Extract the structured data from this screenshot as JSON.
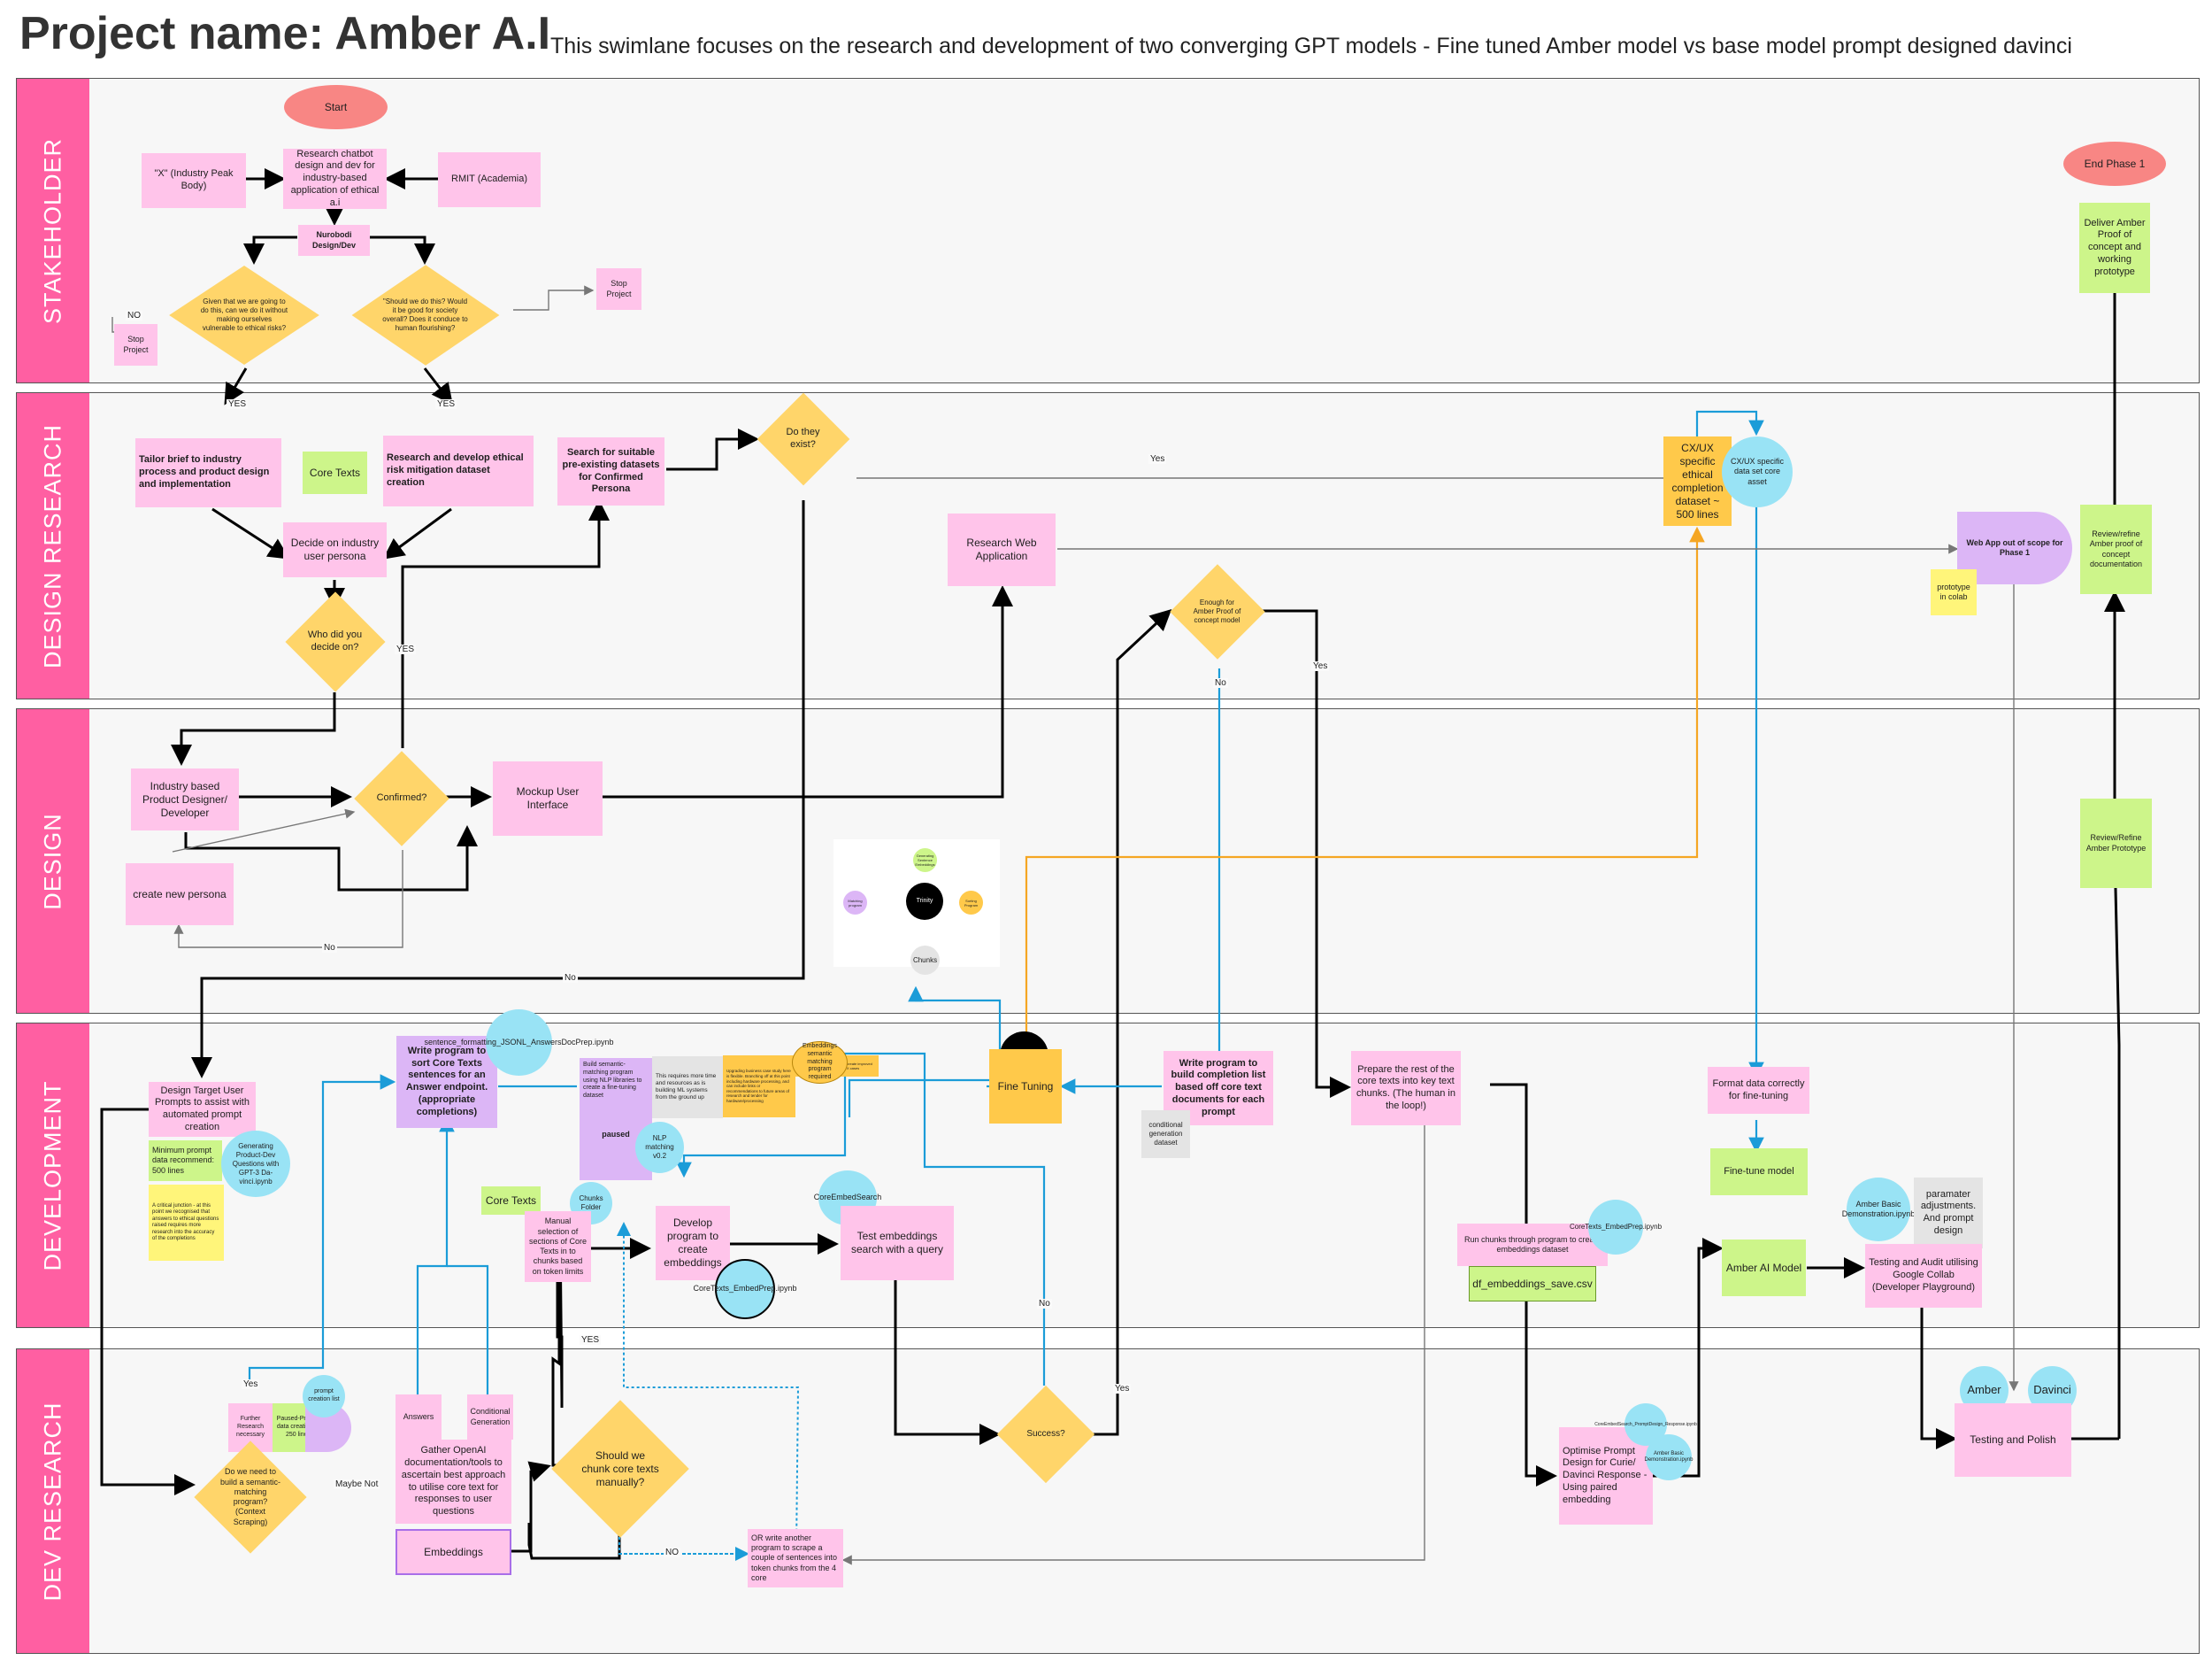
{
  "page": {
    "title": "Project name: Amber A.I",
    "subtitle": "This swimlane focuses on the research and development of two converging GPT models - Fine tuned Amber model vs base model prompt designed davinci"
  },
  "lanes": [
    "STAKEHOLDER",
    "DESIGN RESEARCH",
    "DESIGN",
    "DEVELOPMENT",
    "DEV RESEARCH"
  ],
  "colors": {
    "lane_header": "#ff5fa2",
    "sticky_pink": "#ffc4ea",
    "sticky_green": "#cdf58a",
    "sticky_orange": "#ffc94a",
    "decision": "#ffd56a",
    "circle_cyan": "#99e3f5",
    "connector_blue": "#1b9cd8",
    "connector_orange": "#f5a623"
  },
  "nodes": {
    "start": "Start",
    "industry_peak": "\"X\" (Industry Peak Body)",
    "research_chatbot": "Research chatbot design and dev for industry-based application of ethical a.i",
    "rmit": "RMIT (Academia)",
    "nurobodi": "Nurobodi Design/Dev",
    "q_vulnerable": "Given that we are going to do this, can we do it without making ourselves vulnerable to ethical risks?",
    "q_should": "\"Should we do this? Would it be good for society overall? Does it conduce to human flourishing?",
    "stop_project_1": "Stop Project",
    "stop_project_2": "Stop Project",
    "end_phase": "End Phase 1",
    "deliver_amber": "Deliver Amber Proof of concept and working prototype",
    "tailor_brief": "Tailor brief to industry process and product design and implementation",
    "core_texts_1": "Core Texts",
    "ethical_risk": "Research and develop ethical risk mitigation dataset creation",
    "decide_persona": "Decide on industry user persona",
    "who_decide": "Who did you decide on?",
    "search_datasets": "Search for suitable pre-existing datasets for Confirmed Persona",
    "do_they_exist": "Do they exist?",
    "research_web_app": "Research Web Application",
    "enough_amber": "Enough for Amber Proof of concept model",
    "cxux_dataset": "CX/UX specific ethical completion dataset ~ 500 lines",
    "cxux_core_asset": "CX/UX specific data set core asset",
    "web_app": "Web App out of scope for Phase 1",
    "prototype_colab": "prototype in colab",
    "review_refine_1": "Review/refine Amber proof of concept documentation",
    "industry_designer": "Industry based Product Designer/ Developer",
    "confirmed": "Confirmed?",
    "mockup_ui": "Mockup User Interface",
    "create_persona": "create new persona",
    "review_refine_2": "Review/Refine Amber Prototype",
    "trinity_main": "Trinity",
    "trinity_chunks": "Chunks",
    "trinity_a": "Generating Sentence Embeddings",
    "trinity_b": "Matching program",
    "trinity_c": "Sorting Program",
    "trinity_small": "Trinity",
    "design_target": "Design Target User Prompts to assist with automated prompt creation",
    "min_prompt": "Minimum prompt data recommend: 500 lines",
    "critical_junction": "A critical junction - at this point we recognised that answers to ethical questions raised requires more research into the accuracy of the completions",
    "gen_prompt_dev": "Generating Product-Dev Questions with GPT-3 Da-vinci.ipynb",
    "write_sort": "Write program to sort Core Texts sentences for an Answer endpoint. (appropriate completions)",
    "sentence_format": "sentence_formatting_JSONL_AnswersDocPrep.ipynb",
    "build_semantic": "Build semantic-matching program using NLP libraries to create a fine-tuning dataset",
    "requires_time": "This requires more time and resources as is building ML systems from the ground up",
    "note_orange_1": "Upgrading business case study here is flexible. Branching off at this point including hardware processing, and can include links or recommendations to future areas of research and tender for hardware/processing",
    "embeddings_semantic": "Embeddings semantic matching program required",
    "note_orange_2": "This program could be used to create improved smart models for specific CX/UX cases",
    "paused": "paused",
    "nlp_matching": "NLP matching v0.2",
    "fine_tuning": "Fine Tuning",
    "write_completion": "Write program to build completion list based off core text documents for each prompt",
    "conditional_gen_1": "conditional generation dataset",
    "prepare_rest": "Prepare the rest of the core texts into key text chunks. (The human in the loop!)",
    "format_data": "Format data correctly for fine-tuning",
    "fine_tune_model": "Fine-tune model",
    "core_texts_2": "Core Texts",
    "chunks_folder": "Chunks Folder",
    "manual_selection": "Manual selection of sections of Core Texts in to chunks based on token limits",
    "develop_embeddings": "Develop program to create embeddings",
    "core_embed_search": "CoreEmbedSearch",
    "test_embeddings": "Test embeddings search with a query",
    "core_texts_embed": "CoreTexts_EmbedPrep.ipynb",
    "run_chunks": "Run chunks through program to create embeddings dataset",
    "core_texts_embed_2": "CoreTexts_EmbedPrep.ipynb",
    "df_embeddings": "df_embeddings_save.csv",
    "amber_ai_model": "Amber AI Model",
    "amber_basic_demo": "Amber Basic Demonstration.ipynb",
    "parameter_adj": "paramater adjustments. And prompt design",
    "testing_audit": "Testing and Audit utilising Google Collab (Developer Playground)",
    "further_research": "Further Research necessary",
    "paused_prompt": "Paused-Prompt data creation at 250 lines",
    "prompt_creation": "prompt creation list",
    "semantic_q": "Do we need to build a semantic-matching program? (Context Scraping)",
    "answers": "Answers",
    "conditional_gen_2": "Conditional Generation",
    "gather_openai": "Gather OpenAI documentation/tools to ascertain best approach to utilise core text for responses to user questions",
    "embeddings_btn": "Embeddings",
    "chunk_q": "Should we chunk core texts manually?",
    "or_write": "OR write another program to scrape a couple of sentences into token chunks from the 4 core",
    "success_q": "Success?",
    "optimise_prompt": "Optimise Prompt Design for Curie/ Davinci Response - Using paired embedding",
    "optimise_nb_1": "CoreEmbedSearch_PromptDesign_Response.ipynb",
    "optimise_nb_2": "Amber Basic Demonstration.ipynb",
    "amber_circle": "Amber",
    "davinci_circle": "Davinci",
    "testing_polish": "Testing and Polish"
  },
  "edge_labels": {
    "no_1": "NO",
    "yes_1": "YES",
    "yes_2": "YES",
    "yes_3": "Yes",
    "yes_4": "YES",
    "no_2": "No",
    "no_3": "No",
    "no_4": "No",
    "yes_5": "Yes",
    "no_5": "No",
    "yes_6": "Yes",
    "maybe_not": "Maybe Not",
    "yes_7": "YES",
    "no_6": "NO",
    "yes_8": "Yes"
  }
}
